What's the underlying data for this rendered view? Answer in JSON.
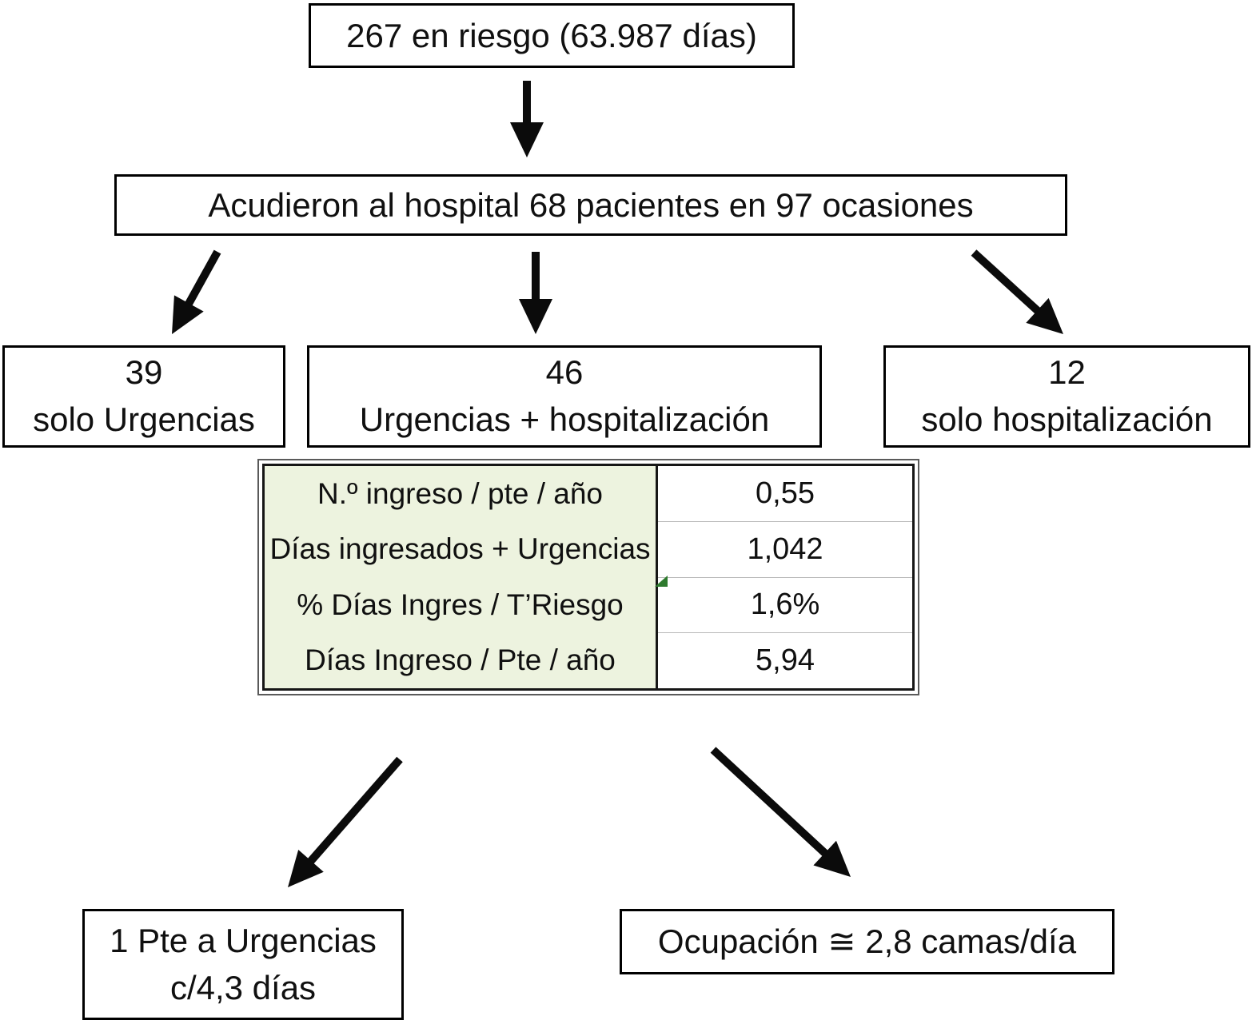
{
  "diagram": {
    "top_box": "267 en riesgo (63.987 días)",
    "hospital_box": "Acudieron al hospital 68 pacientes  en 97 ocasiones",
    "branch_boxes": [
      {
        "number": "39",
        "label": "solo Urgencias"
      },
      {
        "number": "46",
        "label": "Urgencias + hospitalización"
      },
      {
        "number": "12",
        "label": "solo hospitalización"
      }
    ],
    "stats_table": {
      "rows": [
        {
          "label": "N.º ingreso / pte / año",
          "value": "0,55"
        },
        {
          "label": "Días ingresados + Urgencias",
          "value": "1,042"
        },
        {
          "label": "% Días Ingres / T’Riesgo",
          "value": "1,6%"
        },
        {
          "label": "Días Ingreso / Pte / año",
          "value": "5,94"
        }
      ]
    },
    "outcome_boxes": {
      "left_line1": "1 Pte a Urgencias",
      "left_line2": "c/4,3 días",
      "right_line": "Ocupación  ≅ 2,8 camas/día"
    },
    "colors": {
      "table_label_bg": "#edf3df",
      "marker_green": "#2e7a2e",
      "arrow_black": "#0b0b0b"
    }
  }
}
